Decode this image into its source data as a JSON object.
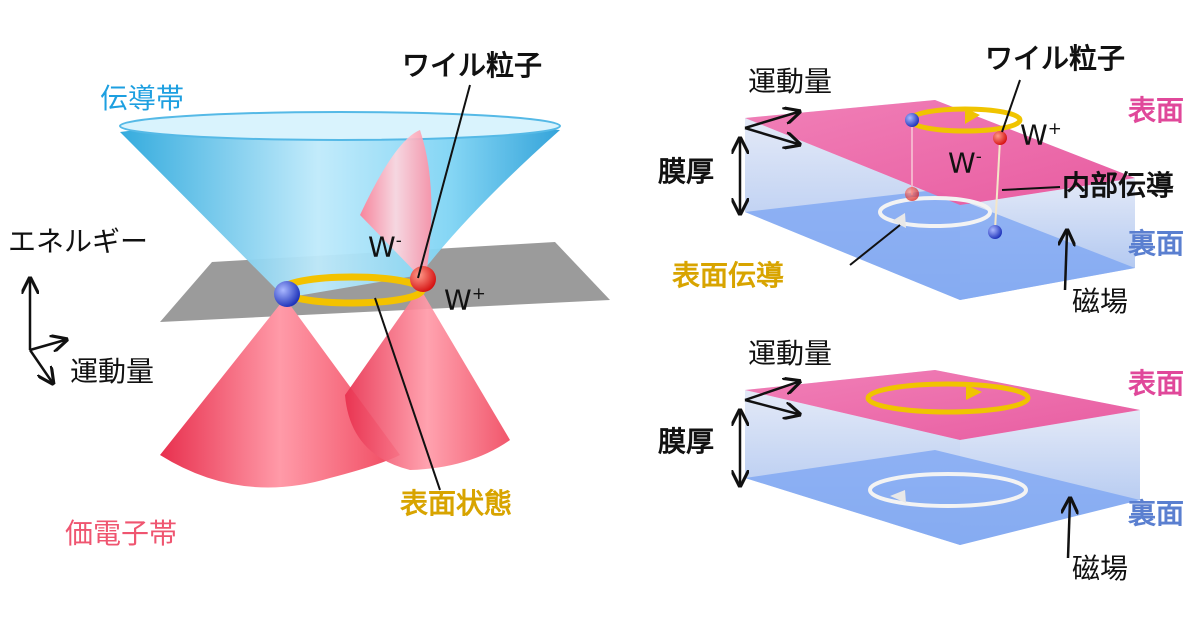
{
  "colors": {
    "conduction": "#1d9fe0",
    "valence": "#ef5570",
    "surface_state": "#d8a400",
    "surface_pink": "#e0489a",
    "back_surface": "#5a7fd0",
    "text": "#111111"
  },
  "left": {
    "conduction_band": "伝導帯",
    "valence_band": "価電子帯",
    "energy": "エネルギー",
    "momentum": "運動量",
    "weyl_particle": "ワイル粒子",
    "w_minus": "W",
    "w_minus_sup": "-",
    "w_plus": "W",
    "w_plus_sup": "+",
    "surface_state": "表面状態"
  },
  "right_top": {
    "momentum": "運動量",
    "weyl_particle": "ワイル粒子",
    "front_surface": "表面",
    "w_plus": "W",
    "w_plus_sup": "+",
    "w_minus": "W",
    "w_minus_sup": "-",
    "thickness": "膜厚",
    "bulk_conduction": "内部伝導",
    "back_surface": "裏面",
    "surface_conduction": "表面伝導",
    "magnetic_field": "磁場"
  },
  "right_bottom": {
    "momentum": "運動量",
    "front_surface": "表面",
    "thickness": "膜厚",
    "back_surface": "裏面",
    "magnetic_field": "磁場"
  }
}
